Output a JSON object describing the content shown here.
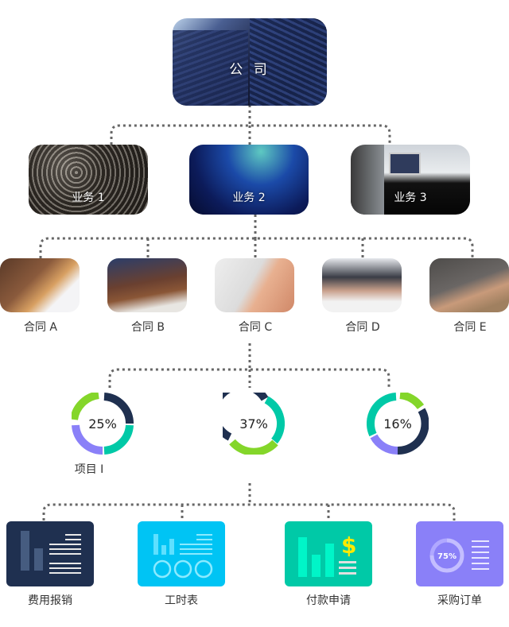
{
  "company": {
    "label": "公 司"
  },
  "business": [
    {
      "label": "业务 1"
    },
    {
      "label": "业务 2"
    },
    {
      "label": "业务 3"
    }
  ],
  "contracts": [
    {
      "label": "合同 A"
    },
    {
      "label": "合同 B"
    },
    {
      "label": "合同 C"
    },
    {
      "label": "合同 D"
    },
    {
      "label": "合同 E"
    }
  ],
  "projects": [
    {
      "percent": "25%",
      "label": "项目 I"
    },
    {
      "percent": "37%",
      "label": ""
    },
    {
      "percent": "16%",
      "label": ""
    }
  ],
  "apps": [
    {
      "label": "费用报销",
      "color": "#1f3050",
      "icon": "bar-list-icon"
    },
    {
      "label": "工时表",
      "color": "#00c4f4",
      "icon": "timesheet-icon"
    },
    {
      "label": "付款申请",
      "color": "#00c9a7",
      "icon": "dollar-chart-icon",
      "symbol": "$"
    },
    {
      "label": "采购订单",
      "color": "#8a80f8",
      "icon": "progress-ring-icon",
      "ring_text": "75%"
    }
  ],
  "colors": {
    "navy": "#1f3050",
    "teal": "#00c9a7",
    "green": "#84d62a",
    "purple": "#8a80f8",
    "connector": "#666666"
  }
}
